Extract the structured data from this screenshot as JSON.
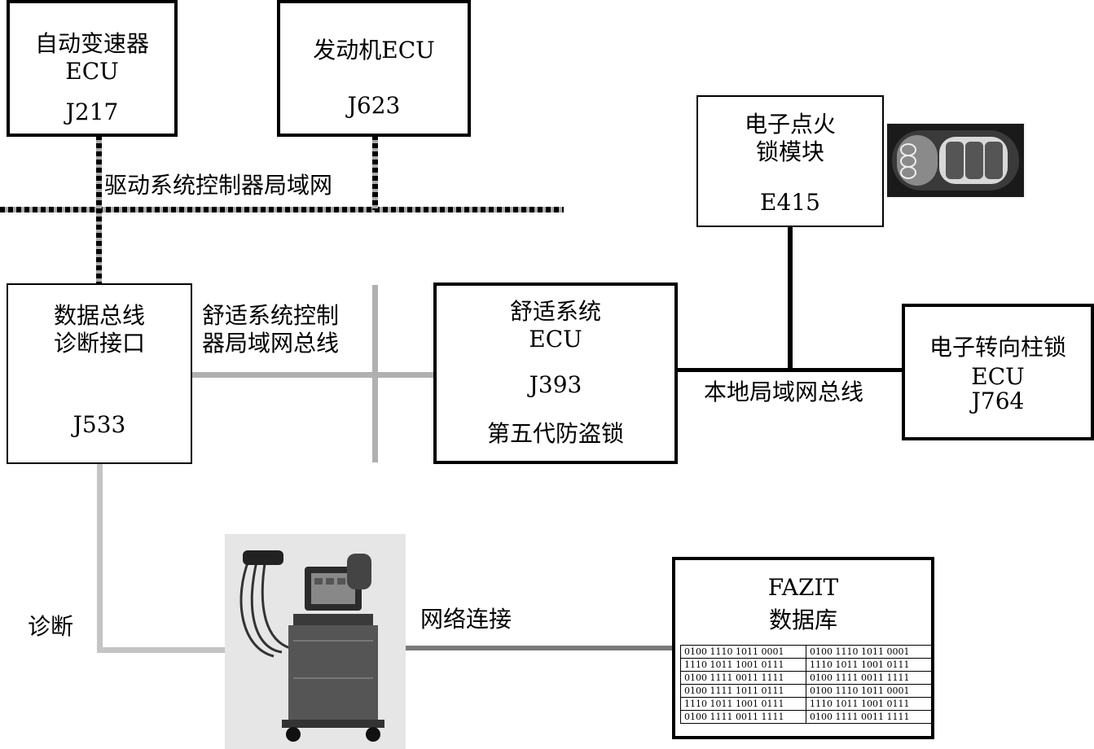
{
  "nodes": {
    "j217": {
      "line1": "自动变速器",
      "line2": "ECU",
      "line3": "J217"
    },
    "j623": {
      "line1": "发动机ECU",
      "line2": "J623"
    },
    "e415": {
      "line1": "电子点火",
      "line2": "锁模块",
      "line3": "E415"
    },
    "j533": {
      "line1": "数据总线",
      "line2": "诊断接口",
      "line3": "J533"
    },
    "j393": {
      "line1": "舒适系统",
      "line2": "ECU",
      "line3": "J393",
      "line4": "第五代防盗锁"
    },
    "j764": {
      "line1": "电子转向柱锁",
      "line2": "ECU",
      "line3": "J764"
    },
    "fazit": {
      "line1": "FAZIT",
      "line2": "数据库"
    }
  },
  "labels": {
    "drive_bus": "驱动系统控制器局域网",
    "comfort_bus_1": "舒适系统控制",
    "comfort_bus_2": "器局域网总线",
    "local_bus": "本地局域网总线",
    "diagnosis": "诊断",
    "network": "网络连接"
  },
  "fazit_rows": [
    [
      "0100 1110 1011 0001",
      "0100 1110 1011 0001"
    ],
    [
      "1110 1011 1001 0111",
      "1110 1011 1001 0111"
    ],
    [
      "0100 1111 0011 1111",
      "0100 1111 0011 1111"
    ],
    [
      "0100 1111 1011 0111",
      "0100 1110 1011 0001"
    ],
    [
      "1110 1011 1001 0111",
      "1110 1011 1001 0111"
    ],
    [
      "0100 1111 0011 1111",
      "0100 1111 0011 1111"
    ]
  ],
  "icons": {
    "key": "car-key-icon",
    "tester": "diagnostic-tester-icon"
  }
}
